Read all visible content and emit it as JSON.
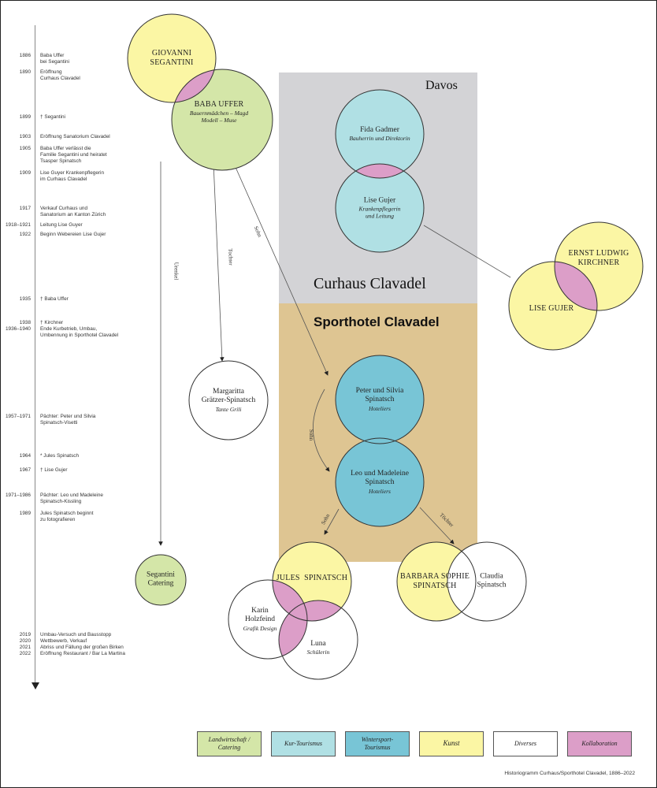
{
  "title": "Historiogramm Curhaus/Sporthotel Clavadel, 1886–2022",
  "timeline": [
    {
      "year": "1886",
      "text": "Baba Uffer\nbei Segantini"
    },
    {
      "year": "1890",
      "text": "Eröffnung\nCurhaus Clavadel"
    },
    {
      "year": "1899",
      "text": "† Segantini"
    },
    {
      "year": "1903",
      "text": "Eröffnung Sanatorium Clavadel"
    },
    {
      "year": "1905",
      "text": "Baba Uffer verlässt die\nFamilie Segantini und heiratet\nTsasper Spinatsch"
    },
    {
      "year": "1909",
      "text": "Lise Guyer Krankenpflegerin\nim Curhaus Clavadel"
    },
    {
      "year": "1917",
      "text": "Verkauf Curhaus und\nSanatorium an Kanton Zürich"
    },
    {
      "year": "1918–1921",
      "text": "Leitung Lise Guyer"
    },
    {
      "year": "1922",
      "text": "Beginn Webereien Lise Gujer"
    },
    {
      "year": "1935",
      "text": "† Baba Uffer"
    },
    {
      "year": "1938",
      "text": "† Kirchner"
    },
    {
      "year": "1936–1940",
      "text": "Ende Kurbetrieb, Umbau,\nUmbennung in Sporthotel Clavadel"
    },
    {
      "year": "1957–1971",
      "text": "Pächter: Peter und Silvia\nSpinatsch-Visetti"
    },
    {
      "year": "1964",
      "text": "* Jules Spinatsch"
    },
    {
      "year": "1967",
      "text": "† Lise Gujer"
    },
    {
      "year": "1971–1986",
      "text": "Pächter: Leo und Madeleine\nSpinatsch-Kissling"
    },
    {
      "year": "1989",
      "text": "Jules Spinatsch beginnt\nzu fotografieren"
    },
    {
      "year": "2019",
      "text": "Umbau-Versuch und Bausstopp"
    },
    {
      "year": "2020",
      "text": "Wettbewerb, Verkauf"
    },
    {
      "year": "2021",
      "text": "Abriss und Fällung der großen Birken"
    },
    {
      "year": "2022",
      "text": "Eröffnung Restaurant / Bar La Martina"
    }
  ],
  "regions": {
    "davos": "Davos",
    "curhaus": "Curhaus Clavadel",
    "sporthotel": "Sporthotel Clavadel"
  },
  "colors": {
    "landwirtschaft": "#d4e6a8",
    "kur": "#b0e0e4",
    "wintersport": "#78c5d6",
    "kunst": "#fbf6a4",
    "diverses": "#ffffff",
    "kollaboration": "#dc9ec8",
    "davos_bg": "#d3d3d6",
    "sporthotel_bg": "#dec592"
  },
  "nodes": [
    {
      "id": "segantini",
      "name": "GIOVANNI\nSEGANTINI",
      "sub": "",
      "category": "kunst",
      "caps": true
    },
    {
      "id": "baba",
      "name": "BABA UFFER",
      "sub": "Bauernmädchen – Magd\nModell – Muse",
      "category": "landwirtschaft",
      "caps": true
    },
    {
      "id": "fida",
      "name": "Fida Gadmer",
      "sub": "Bauherrin und Direktorin",
      "category": "kur",
      "caps": false
    },
    {
      "id": "lise1",
      "name": "Lise Gujer",
      "sub": "Krankenpflegerin\nund Leitung",
      "category": "kur",
      "caps": false
    },
    {
      "id": "kirchner",
      "name": "ERNST LUDWIG\nKIRCHNER",
      "sub": "",
      "category": "kunst",
      "caps": true
    },
    {
      "id": "lise2",
      "name": "LISE GUJER",
      "sub": "",
      "category": "kunst",
      "caps": true
    },
    {
      "id": "margaritta",
      "name": "Margaritta\nGrätzer-Spinatsch",
      "sub": "Tante Grili",
      "category": "diverses",
      "caps": false
    },
    {
      "id": "peter",
      "name": "Peter und Silvia\nSpinatsch",
      "sub": "Hoteliers",
      "category": "wintersport",
      "caps": false
    },
    {
      "id": "leo",
      "name": "Leo und Madeleine\nSpinatsch",
      "sub": "Hoteliers",
      "category": "wintersport",
      "caps": false
    },
    {
      "id": "catering",
      "name": "Segantini\nCatering",
      "sub": "",
      "category": "landwirtschaft",
      "caps": false
    },
    {
      "id": "jules",
      "name": "JULES  SPINATSCH",
      "sub": "",
      "category": "kunst",
      "caps": true
    },
    {
      "id": "karin",
      "name": "Karin\nHolzfeind",
      "sub": "Grafik Design",
      "category": "diverses",
      "caps": false
    },
    {
      "id": "luna",
      "name": "Luna",
      "sub": "Schülerin",
      "category": "diverses",
      "caps": false
    },
    {
      "id": "barbara",
      "name": "BARBARA SOPHIE\nSPINATSCH",
      "sub": "",
      "category": "kunst",
      "caps": true
    },
    {
      "id": "claudia",
      "name": "Claudia\nSpinatsch",
      "sub": "",
      "category": "diverses",
      "caps": false
    }
  ],
  "edges": [
    {
      "from": "baba",
      "to": "catering",
      "label": "Urenkel"
    },
    {
      "from": "baba",
      "to": "margaritta",
      "label": "Tochter"
    },
    {
      "from": "baba",
      "to": "peter",
      "label": "Sohn"
    },
    {
      "from": "peter",
      "to": "leo",
      "label": "Sohn"
    },
    {
      "from": "leo",
      "to": "jules",
      "label": "Sohn"
    },
    {
      "from": "leo",
      "to": "barbara",
      "label": "Töchter"
    },
    {
      "from": "lise1",
      "to": "lise2",
      "label": ""
    }
  ],
  "legend": [
    {
      "key": "landwirtschaft",
      "label": "Landwirtschaft /\nCatering"
    },
    {
      "key": "kur",
      "label": "Kur-Tourismus"
    },
    {
      "key": "wintersport",
      "label": "Wintersport-\nTourismus"
    },
    {
      "key": "kunst",
      "label": "Kunst"
    },
    {
      "key": "diverses",
      "label": "Diverses"
    },
    {
      "key": "kollaboration",
      "label": "Kollaboration"
    }
  ]
}
